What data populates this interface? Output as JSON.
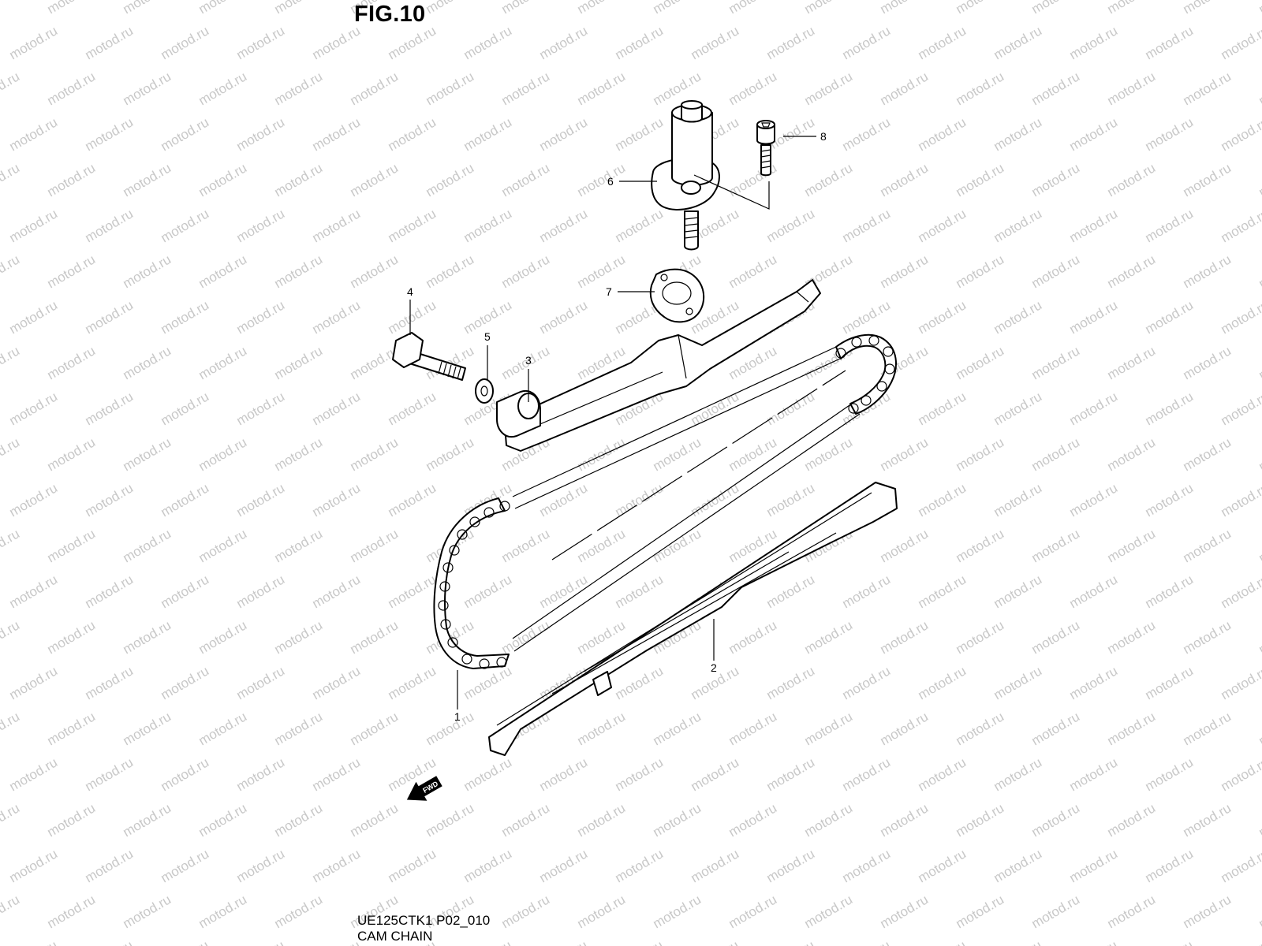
{
  "figure": {
    "title": "FIG.10",
    "code": "UE125CTK1 P02_010",
    "caption": "CAM CHAIN"
  },
  "watermark": {
    "text": "motod.ru",
    "color": "#c8c8c8"
  },
  "forward_arrow": {
    "label": "FWD"
  },
  "callouts": [
    {
      "id": "1",
      "label": "1"
    },
    {
      "id": "2",
      "label": "2"
    },
    {
      "id": "3",
      "label": "3"
    },
    {
      "id": "4",
      "label": "4"
    },
    {
      "id": "5",
      "label": "5"
    },
    {
      "id": "6",
      "label": "6"
    },
    {
      "id": "7",
      "label": "7"
    },
    {
      "id": "8",
      "label": "8"
    }
  ]
}
